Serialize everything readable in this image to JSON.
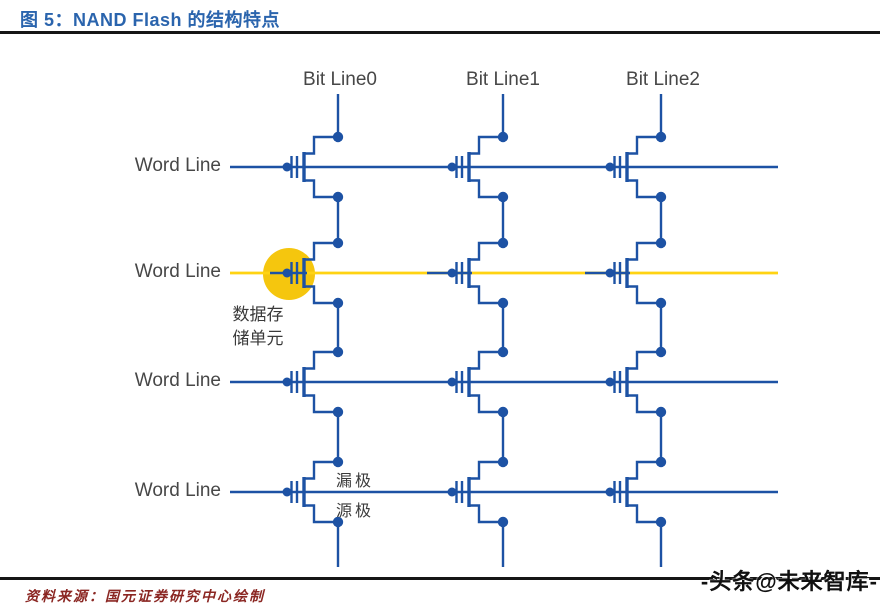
{
  "title": "图 5：NAND Flash 的结构特点",
  "diagram": {
    "bit_lines": [
      {
        "label": "Bit Line0"
      },
      {
        "label": "Bit Line1"
      },
      {
        "label": "Bit Line2"
      }
    ],
    "word_lines": [
      {
        "label": "Word Line",
        "highlighted": false
      },
      {
        "label": "Word Line",
        "highlighted": true
      },
      {
        "label": "Word Line",
        "highlighted": false
      },
      {
        "label": "Word Line",
        "highlighted": false
      }
    ],
    "annotations": {
      "storage_cell_line1": "数据存",
      "storage_cell_line2": "储单元",
      "drain": "漏极",
      "source": "源极"
    }
  },
  "footer": {
    "source_text": "资料来源：国元证券研究中心绘制"
  },
  "watermark": {
    "text": "-头条@未来智库-"
  },
  "colors": {
    "title_blue": "#2a64ad",
    "circuit_blue": "#1d52a4",
    "wordline_yellow": "#ffd312",
    "highlight_yellow": "#f5c60e",
    "label_gray": "#474747",
    "annotation_gray": "#3a3a3a",
    "footer_red": "#8b2723",
    "rule_black": "#151515",
    "watermark_black": "#111111"
  }
}
